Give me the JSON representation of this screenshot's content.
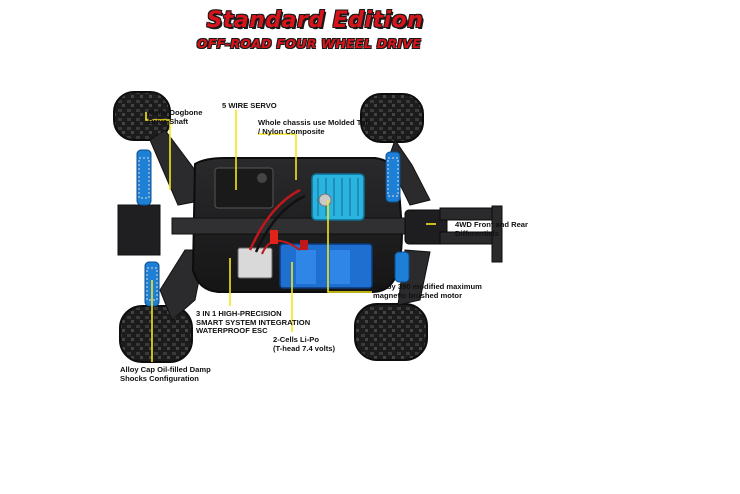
{
  "header": {
    "title": "Standard Edition",
    "subtitle": "OFF-ROAD FOUR WHEEL DRIVE"
  },
  "callouts": {
    "metal_dogbone": "Matal Dogbone\nDrive Shaft",
    "servo": "5 WIRE SERVO",
    "chassis": "Whole chassis use Molded Tub\n/ Nylon Composite",
    "differentials": "4WD Front and Rear\nDifferentials",
    "motor": "hobby 390 modified maximum\nmagnetic brushed motor",
    "esc": "3 IN 1 HIGH-PRECISION\nSMART SYSTEM INTEGRATION\nWATERPROOF ESC",
    "battery": "2-Cells  Li-Po\n(T-head 7.4 volts)",
    "shocks": "Alloy Cap Oil-filled Damp\nShocks Configuration"
  },
  "colors": {
    "title_red": "#d8141b",
    "leader_yellow": "#f5e61a",
    "shock_blue": "#1e7fd6",
    "motor_cyan": "#2bb3e0"
  },
  "icons": [
    "rc-truck-chassis-photo"
  ]
}
